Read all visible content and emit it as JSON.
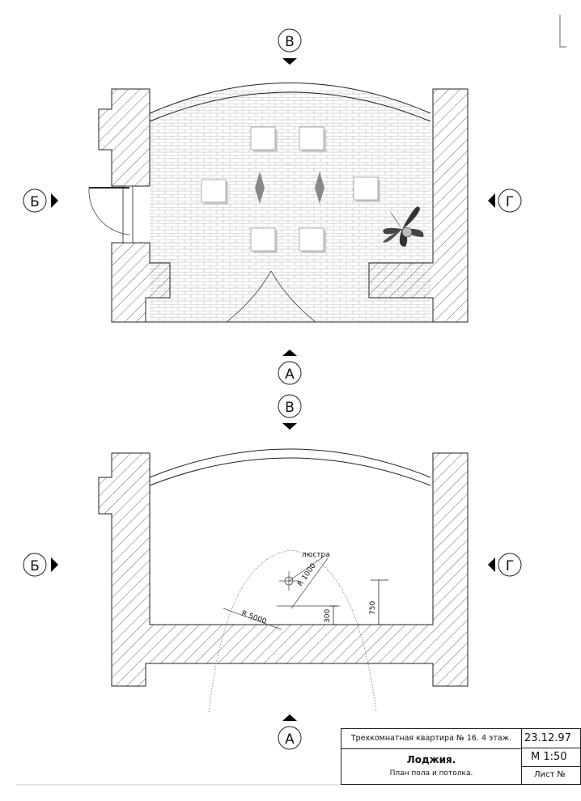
{
  "plan_floor": {
    "markers": {
      "top": "В",
      "bottom": "А",
      "left": "Б",
      "right": "Г"
    }
  },
  "plan_ceiling": {
    "markers": {
      "top": "В",
      "bottom": "А",
      "left": "Б",
      "right": "Г"
    },
    "labels": {
      "chandelier": "люстра",
      "radius_small": "R 1000",
      "radius_large": "R 5000",
      "dim_300": "300",
      "dim_750": "750"
    }
  },
  "title_block": {
    "project": "Трехкомнатная квартира № 16. 4 этаж.",
    "room": "Лоджия.",
    "sheet_name": "План пола и потолка.",
    "date": "23.12.97",
    "scale": "М 1:50",
    "sheet_no": "Лист №"
  }
}
